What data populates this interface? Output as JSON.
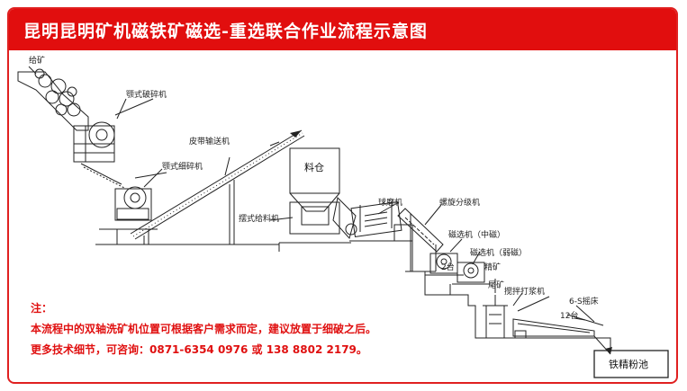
{
  "title": "昆明昆明矿机磁铁矿磁选-重选联合作业流程示意图",
  "colors": {
    "title_bar": "#e10e0e",
    "note_text": "#e01010",
    "line": "#222222"
  },
  "labels": {
    "feed": "给矿",
    "jaw_crusher": "颚式破碎机",
    "fine_jaw_crusher": "颚式细碎机",
    "belt_conveyor": "皮带输送机",
    "silo": "料仓",
    "vibrating_feeder": "摆式给料机",
    "ball_mill": "球磨机",
    "spiral_classifier": "螺旋分级机",
    "magnetic_sep_medium": "磁选机（中磁）",
    "magnetic_sep_weak": "磁选机（弱磁）",
    "concentrate": "精矿",
    "tailings": "尾矿",
    "mixing_tank": "搅拌打浆机",
    "shaking_table": "6-S摇床",
    "table_count": "12台",
    "sep_count": "2台",
    "iron_pool": "铁精粉池"
  },
  "notes": {
    "heading": "注：",
    "line1": "本流程中的双轴洗矿机位置可根据客户需求而定，建议放置于细破之后。",
    "line2": "更多技术细节，可咨询：0871-6354 0976 或 138 8802 2179。"
  }
}
